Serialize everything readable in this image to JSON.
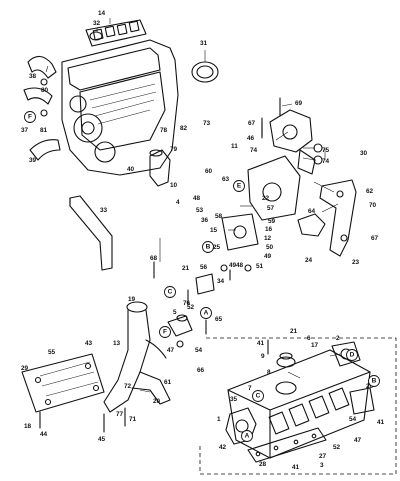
{
  "callouts": [
    {
      "id": "c32",
      "text": "32"
    },
    {
      "id": "c14",
      "text": "14"
    },
    {
      "id": "c31",
      "text": "31"
    },
    {
      "id": "c38",
      "text": "38"
    },
    {
      "id": "c80",
      "text": "80"
    },
    {
      "id": "c37",
      "text": "37"
    },
    {
      "id": "c81",
      "text": "81"
    },
    {
      "id": "c39",
      "text": "39"
    },
    {
      "id": "c69",
      "text": "69"
    },
    {
      "id": "c67a",
      "text": "67"
    },
    {
      "id": "c46",
      "text": "46"
    },
    {
      "id": "c11",
      "text": "11"
    },
    {
      "id": "c74a",
      "text": "74"
    },
    {
      "id": "c74b",
      "text": "74"
    },
    {
      "id": "c75",
      "text": "75"
    },
    {
      "id": "c30",
      "text": "30"
    },
    {
      "id": "c78",
      "text": "78"
    },
    {
      "id": "c82",
      "text": "82"
    },
    {
      "id": "c73",
      "text": "73"
    },
    {
      "id": "c79",
      "text": "79"
    },
    {
      "id": "c40",
      "text": "40"
    },
    {
      "id": "c60",
      "text": "60"
    },
    {
      "id": "c10",
      "text": "10"
    },
    {
      "id": "c4",
      "text": "4"
    },
    {
      "id": "c63",
      "text": "63"
    },
    {
      "id": "c48a",
      "text": "48"
    },
    {
      "id": "c53",
      "text": "53"
    },
    {
      "id": "c36",
      "text": "36"
    },
    {
      "id": "c58",
      "text": "58"
    },
    {
      "id": "c22",
      "text": "22"
    },
    {
      "id": "c57",
      "text": "57"
    },
    {
      "id": "c64",
      "text": "64"
    },
    {
      "id": "c62",
      "text": "62"
    },
    {
      "id": "c70",
      "text": "70"
    },
    {
      "id": "c67b",
      "text": "67"
    },
    {
      "id": "c33",
      "text": "33"
    },
    {
      "id": "c59",
      "text": "59"
    },
    {
      "id": "c12",
      "text": "12"
    },
    {
      "id": "c16",
      "text": "16"
    },
    {
      "id": "c15",
      "text": "15"
    },
    {
      "id": "c25",
      "text": "25"
    },
    {
      "id": "c50",
      "text": "50"
    },
    {
      "id": "c49a",
      "text": "49"
    },
    {
      "id": "c49b",
      "text": "49"
    },
    {
      "id": "c51",
      "text": "51"
    },
    {
      "id": "c48b",
      "text": "48"
    },
    {
      "id": "c56",
      "text": "56"
    },
    {
      "id": "c24",
      "text": "24"
    },
    {
      "id": "c23",
      "text": "23"
    },
    {
      "id": "c68",
      "text": "68"
    },
    {
      "id": "c21a",
      "text": "21"
    },
    {
      "id": "c34",
      "text": "34"
    },
    {
      "id": "c52a",
      "text": "52"
    },
    {
      "id": "c19",
      "text": "19"
    },
    {
      "id": "c76",
      "text": "76"
    },
    {
      "id": "c5",
      "text": "5"
    },
    {
      "id": "c65",
      "text": "65"
    },
    {
      "id": "c47a",
      "text": "47"
    },
    {
      "id": "c54a",
      "text": "54"
    },
    {
      "id": "c66",
      "text": "66"
    },
    {
      "id": "c13",
      "text": "13"
    },
    {
      "id": "c43",
      "text": "43"
    },
    {
      "id": "c55",
      "text": "55"
    },
    {
      "id": "c29",
      "text": "29"
    },
    {
      "id": "c72",
      "text": "72"
    },
    {
      "id": "c61",
      "text": "61"
    },
    {
      "id": "c20",
      "text": "20"
    },
    {
      "id": "c77",
      "text": "77"
    },
    {
      "id": "c71",
      "text": "71"
    },
    {
      "id": "c18",
      "text": "18"
    },
    {
      "id": "c44",
      "text": "44"
    },
    {
      "id": "c45",
      "text": "45"
    },
    {
      "id": "c21b",
      "text": "21"
    },
    {
      "id": "c41a",
      "text": "41"
    },
    {
      "id": "c9",
      "text": "9"
    },
    {
      "id": "c2",
      "text": "2"
    },
    {
      "id": "c17",
      "text": "17"
    },
    {
      "id": "c8",
      "text": "8"
    },
    {
      "id": "c6",
      "text": "6"
    },
    {
      "id": "c26",
      "text": "26"
    },
    {
      "id": "c35",
      "text": "35"
    },
    {
      "id": "c7",
      "text": "7"
    },
    {
      "id": "c1",
      "text": "1"
    },
    {
      "id": "c54b",
      "text": "54"
    },
    {
      "id": "c41b",
      "text": "41"
    },
    {
      "id": "c47b",
      "text": "47"
    },
    {
      "id": "c42",
      "text": "42"
    },
    {
      "id": "c27",
      "text": "27"
    },
    {
      "id": "c52b",
      "text": "52"
    },
    {
      "id": "c3",
      "text": "3"
    },
    {
      "id": "c28",
      "text": "28"
    },
    {
      "id": "c41c",
      "text": "41"
    }
  ],
  "references": [
    {
      "id": "rF1",
      "text": "F"
    },
    {
      "id": "rE",
      "text": "E"
    },
    {
      "id": "rB1",
      "text": "B"
    },
    {
      "id": "rC1",
      "text": "C"
    },
    {
      "id": "rA1",
      "text": "A"
    },
    {
      "id": "rF2",
      "text": "F"
    },
    {
      "id": "rD",
      "text": "D"
    },
    {
      "id": "rB2",
      "text": "B"
    },
    {
      "id": "rC2",
      "text": "C"
    },
    {
      "id": "rA2",
      "text": "A"
    }
  ]
}
